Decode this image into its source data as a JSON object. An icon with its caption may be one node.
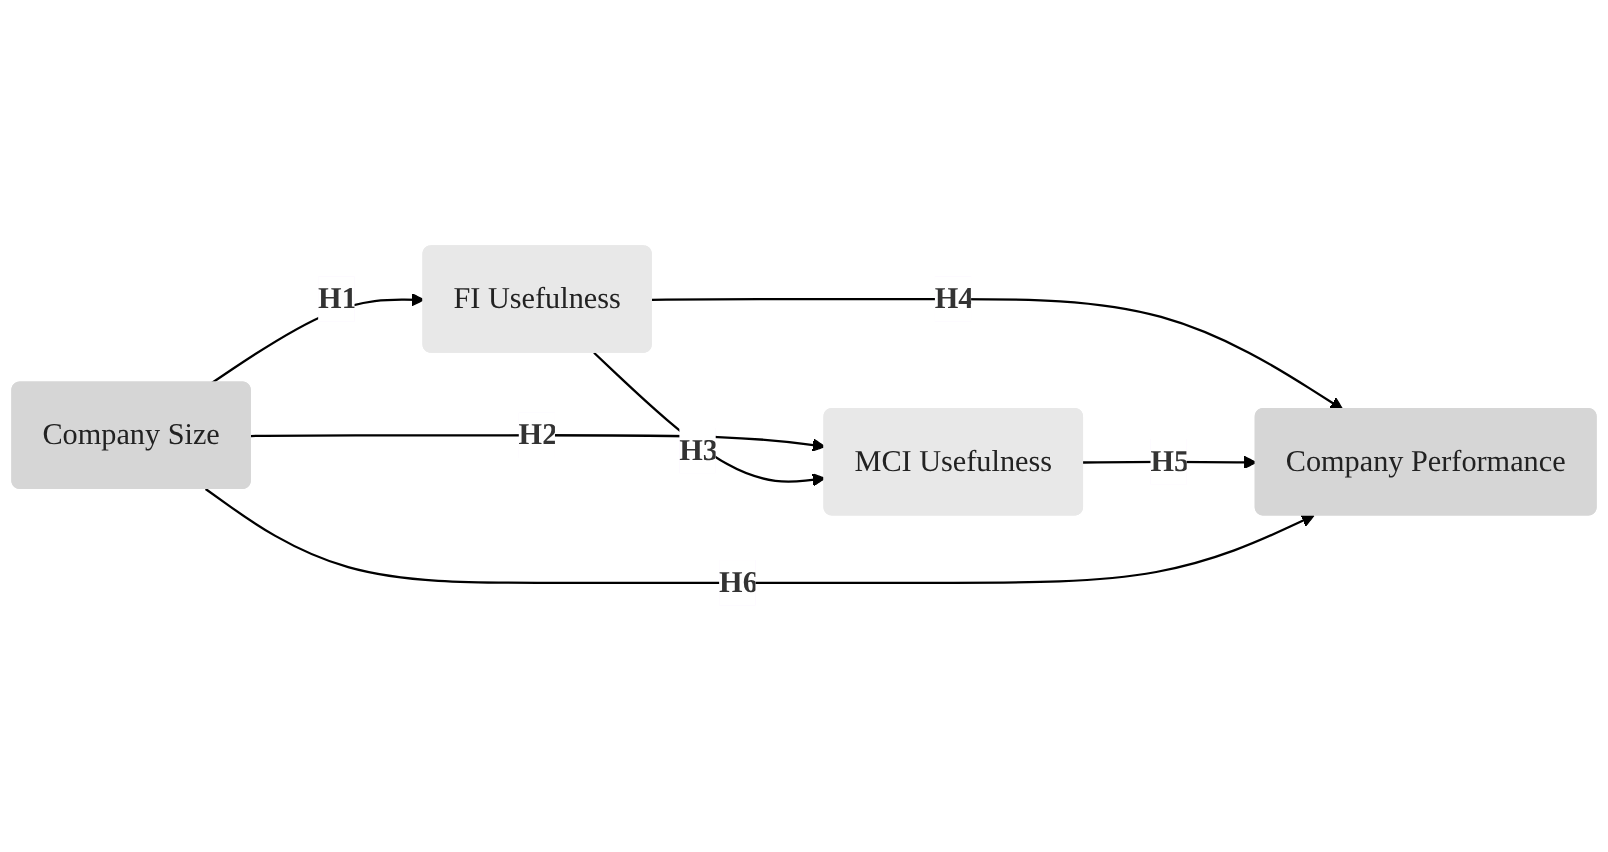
{
  "diagram": {
    "nodes": [
      {
        "text": [
          "Company Size"
        ]
      },
      {
        "text": [
          "FI Usefulness"
        ]
      },
      {
        "text": [
          "MCI Usefulness"
        ]
      },
      {
        "text": [
          "Company Performance"
        ]
      }
    ],
    "edges": [
      {
        "from": 0,
        "to": 1,
        "arrow": "to",
        "label": "H1"
      },
      {
        "from": 0,
        "to": 2,
        "arrow": "to",
        "label": "H2"
      },
      {
        "from": 1,
        "to": 2,
        "arrow": "to",
        "label": "H3"
      },
      {
        "from": 1,
        "to": 3,
        "arrow": "to",
        "label": "H4"
      },
      {
        "from": 2,
        "to": 3,
        "arrow": "to",
        "label": "H5"
      },
      {
        "from": 0,
        "to": 3,
        "arrow": "to",
        "label": "H6"
      }
    ]
  }
}
